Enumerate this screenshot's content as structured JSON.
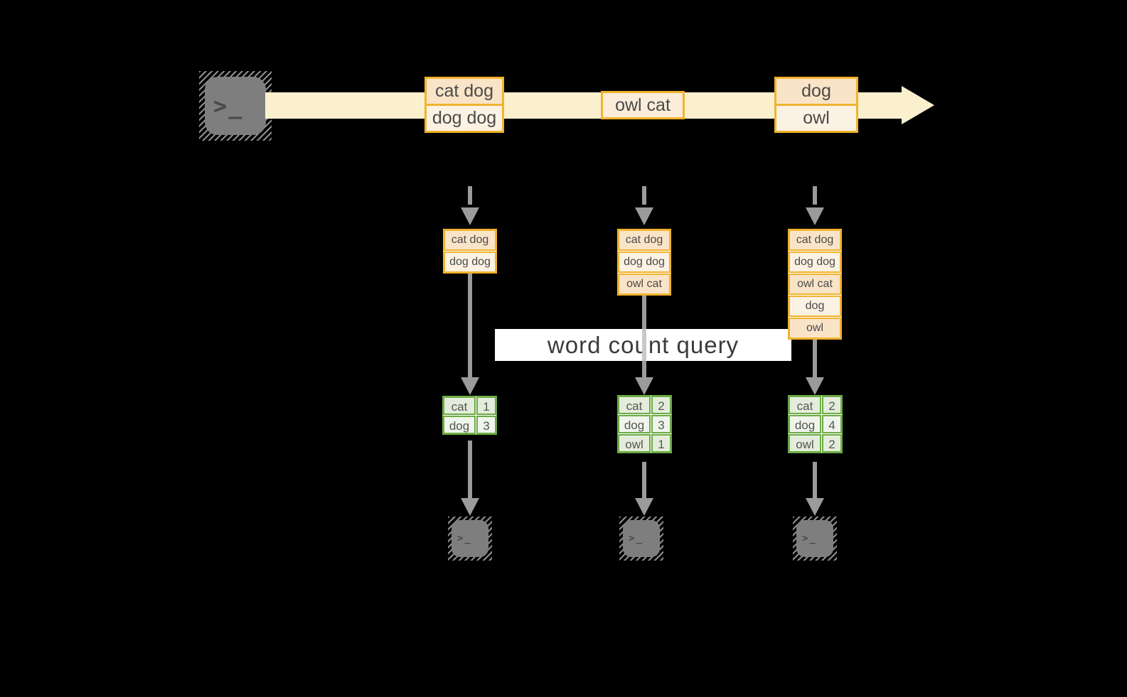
{
  "colors": {
    "background": "#000000",
    "orange": "#F1B32E",
    "peach": "#FAE4C8",
    "cream": "#FCF2E3",
    "cream2": "#FBEDDA",
    "stream": "#FAF0CE",
    "green": "#6CAB45",
    "green_dark": "#E4EDDB",
    "green_light": "#F0F5EC",
    "arrow": "#9B9B9B",
    "terminal": "#7E7E7E",
    "glyph": "#484848",
    "band_bg": "#FFFFFF",
    "band_text": "#3A3A3A",
    "cell_text": "#4A4A4A",
    "count_text": "#555555"
  },
  "source": {
    "glyph": ">_"
  },
  "stream": {
    "events": [
      {
        "lines": [
          "cat dog",
          "dog dog"
        ]
      },
      {
        "lines": [
          "owl cat"
        ]
      },
      {
        "lines": [
          "dog",
          "owl"
        ]
      }
    ]
  },
  "query": {
    "label": "word count query"
  },
  "workers": [
    {
      "input": [
        "cat dog",
        "dog dog"
      ],
      "counts": [
        {
          "word": "cat",
          "count": "1"
        },
        {
          "word": "dog",
          "count": "3"
        }
      ],
      "sink_glyph": ">_"
    },
    {
      "input": [
        "cat dog",
        "dog dog",
        "owl cat"
      ],
      "counts": [
        {
          "word": "cat",
          "count": "2"
        },
        {
          "word": "dog",
          "count": "3"
        },
        {
          "word": "owl",
          "count": "1"
        }
      ],
      "sink_glyph": ">_"
    },
    {
      "input": [
        "cat dog",
        "dog dog",
        "owl cat",
        "dog",
        "owl"
      ],
      "counts": [
        {
          "word": "cat",
          "count": "2"
        },
        {
          "word": "dog",
          "count": "4"
        },
        {
          "word": "owl",
          "count": "2"
        }
      ],
      "sink_glyph": ">_"
    }
  ]
}
